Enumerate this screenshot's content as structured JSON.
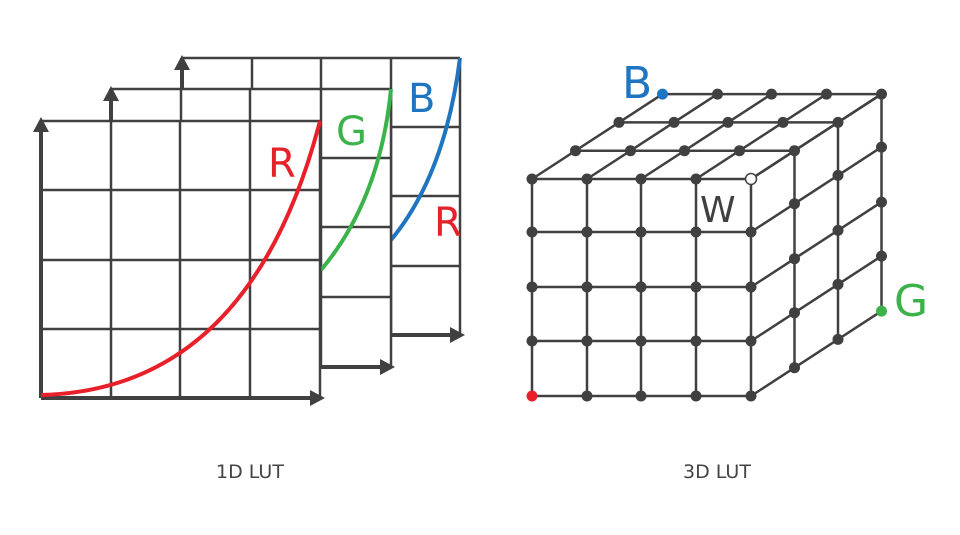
{
  "colors": {
    "grid": "#404040",
    "red": "#e8202a",
    "green": "#3cb34a",
    "blue": "#1f75c0",
    "node": "#404040",
    "white_node": "#ffffff",
    "caption": "#444444"
  },
  "left_diagram": {
    "caption": "1D LUT",
    "curve_labels": {
      "front_red": "R",
      "middle_green": "G",
      "back_blue": "B",
      "back_red": "R"
    }
  },
  "right_diagram": {
    "caption": "3D LUT",
    "corner_labels": {
      "blue": "B",
      "green": "G",
      "white": "W"
    },
    "grid_size": "5x5 front face, 4 depth layers"
  }
}
